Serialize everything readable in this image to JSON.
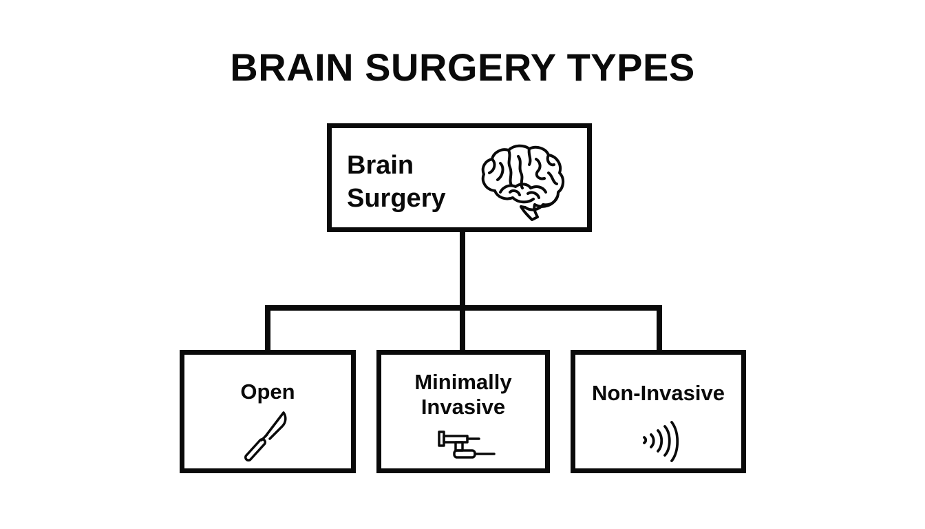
{
  "title": "BRAIN SURGERY TYPES",
  "root": {
    "label_line1": "Brain",
    "label_line2": "Surgery",
    "icon": "brain-icon"
  },
  "children": [
    {
      "label": "Open",
      "icon": "scalpel-icon"
    },
    {
      "label_line1": "Minimally",
      "label_line2": "Invasive",
      "icon": "endoscope-icon"
    },
    {
      "label": "Non-Invasive",
      "icon": "sound-waves-icon"
    }
  ],
  "colors": {
    "stroke": "#0a0a0a",
    "background": "#ffffff"
  }
}
